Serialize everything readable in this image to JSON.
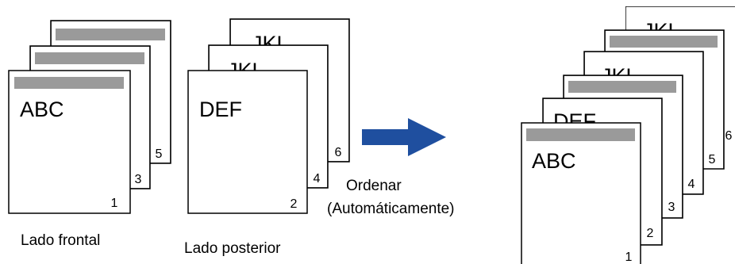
{
  "front": {
    "caption": "Lado frontal",
    "text": "ABC",
    "pages": [
      "1",
      "3",
      "5"
    ]
  },
  "back": {
    "caption": "Lado posterior",
    "text": "DEF",
    "partial_text": "JKL",
    "pages": [
      "2",
      "4",
      "6"
    ]
  },
  "action": {
    "line1": "Ordenar",
    "line2": "(Automáticamente)"
  },
  "result": {
    "text": "ABC",
    "partial_def": "DEF",
    "partial_jkl": "JKL",
    "pages": [
      "1",
      "2",
      "3",
      "4",
      "5",
      "6"
    ]
  },
  "colors": {
    "arrow": "#1f4f9f",
    "header_bar": "#9a9a9a"
  }
}
